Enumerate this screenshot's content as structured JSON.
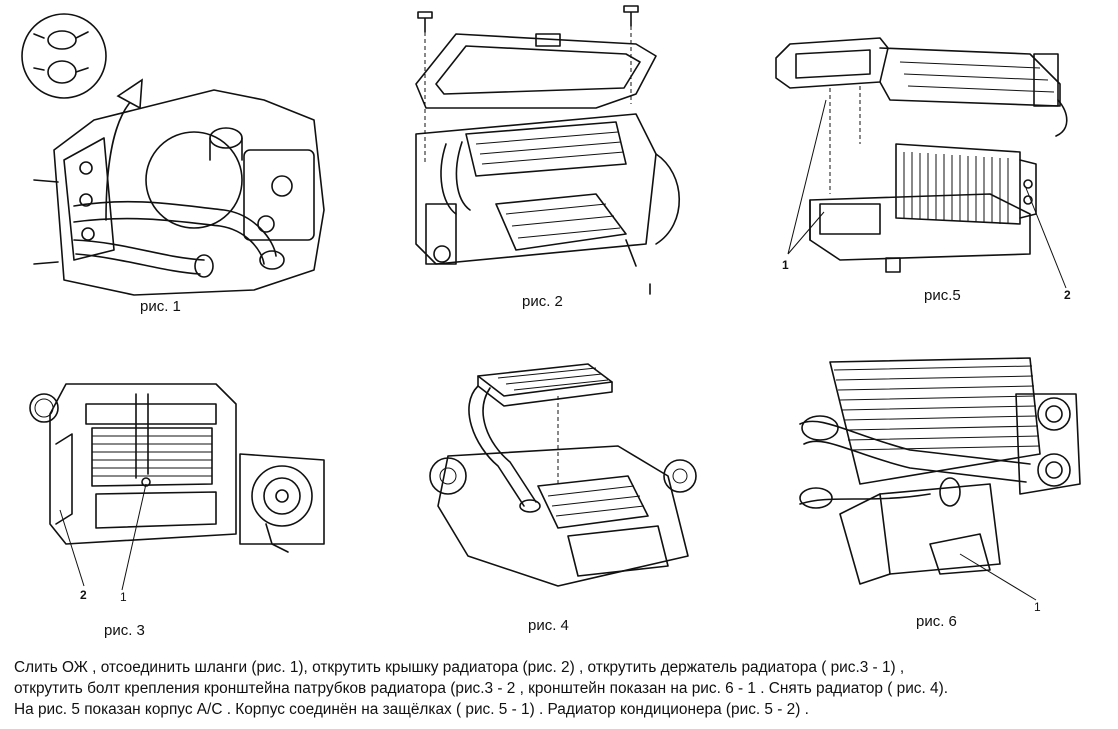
{
  "figures": [
    {
      "id": "fig1",
      "caption": "рис. 1",
      "callouts": []
    },
    {
      "id": "fig2",
      "caption": "рис. 2",
      "callouts": []
    },
    {
      "id": "fig5",
      "caption": "рис.5",
      "callouts": [
        "1",
        "2"
      ]
    },
    {
      "id": "fig3",
      "caption": "рис. 3",
      "callouts": [
        "2",
        "1"
      ]
    },
    {
      "id": "fig4",
      "caption": "рис. 4",
      "callouts": []
    },
    {
      "id": "fig6",
      "caption": "рис. 6",
      "callouts": [
        "1"
      ]
    }
  ],
  "description": {
    "lines": [
      "Слить ОЖ , отсоединить шланги (рис. 1), открутить крышку радиатора (рис. 2) , открутить держатель радиатора ( рис.3 - 1) ,",
      "открутить болт крепления кронштейна патрубков радиатора (рис.3 - 2 , кронштейн показан на рис. 6 - 1 . Снять радиатор ( рис. 4).",
      "На рис. 5 показан корпус А/С . Корпус соединён на защёлках ( рис. 5 - 1) . Радиатор кондиционера (рис. 5 - 2) ."
    ]
  }
}
